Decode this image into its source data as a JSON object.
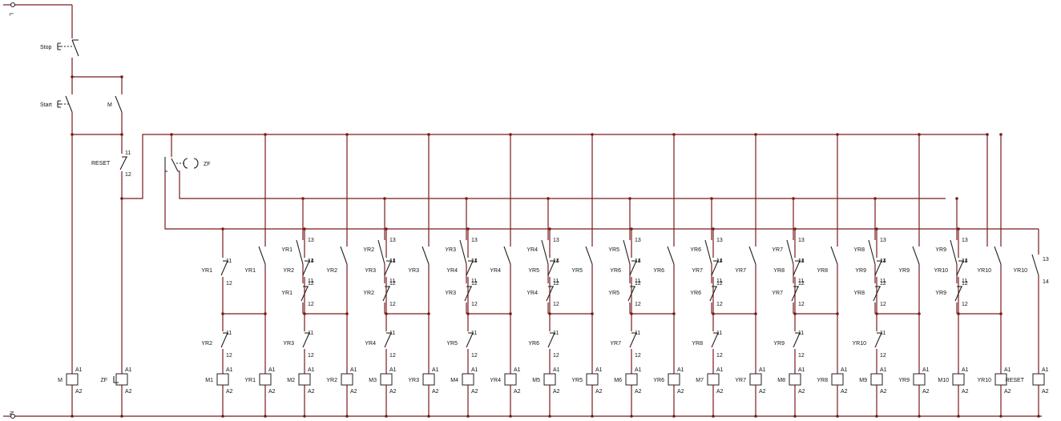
{
  "supply": {
    "top": "L",
    "bottom": "N"
  },
  "control": {
    "stop": "Stop",
    "start": "Start",
    "hold": "M",
    "reset": "RESET",
    "reset_no": [
      "11",
      "12"
    ],
    "timer": "ZF",
    "coil_m": "M",
    "coil_zf": "ZF"
  },
  "pin": {
    "a1": "A1",
    "a2": "A2",
    "c11": "11",
    "c12": "12",
    "c13": "13",
    "c14": "14"
  },
  "stages": [
    {
      "m": "M1",
      "yr": "YR1",
      "nc1": "YR1",
      "nc2": "YR2",
      "ctrl": "YR1",
      "no": null,
      "hold": "YR1"
    },
    {
      "m": "M2",
      "yr": "YR2",
      "nc1": "YR2",
      "nc2": "YR3",
      "ctrl": "YR2",
      "no": "YR1",
      "hold": "YR2"
    },
    {
      "m": "M3",
      "yr": "YR3",
      "nc1": "YR3",
      "nc2": "YR4",
      "ctrl": "YR3",
      "no": "YR2",
      "hold": "YR3"
    },
    {
      "m": "M4",
      "yr": "YR4",
      "nc1": "YR4",
      "nc2": "YR5",
      "ctrl": "YR4",
      "no": "YR3",
      "hold": "YR4"
    },
    {
      "m": "M5",
      "yr": "YR5",
      "nc1": "YR5",
      "nc2": "YR6",
      "ctrl": "YR5",
      "no": "YR4",
      "hold": "YR5"
    },
    {
      "m": "M6",
      "yr": "YR6",
      "nc1": "YR6",
      "nc2": "YR7",
      "ctrl": "YR6",
      "no": "YR5",
      "hold": "YR6"
    },
    {
      "m": "M7",
      "yr": "YR7",
      "nc1": "YR7",
      "nc2": "YR8",
      "ctrl": "YR7",
      "no": "YR6",
      "hold": "YR7"
    },
    {
      "m": "M8",
      "yr": "YR8",
      "nc1": "YR8",
      "nc2": "YR9",
      "ctrl": "YR8",
      "no": "YR7",
      "hold": "YR8"
    },
    {
      "m": "M9",
      "yr": "YR9",
      "nc1": "YR9",
      "nc2": "YR10",
      "ctrl": "YR9",
      "no": "YR8",
      "hold": "YR9"
    },
    {
      "m": "M10",
      "yr": "YR10",
      "nc1": "YR10",
      "nc2": null,
      "ctrl": "YR10",
      "no": "YR9",
      "hold": "YR10"
    }
  ],
  "final": {
    "no": "YR10",
    "coil": "RESET"
  },
  "colors": {
    "wire": "#7a1a1a",
    "symbol": "#222222",
    "text": "#111111"
  }
}
